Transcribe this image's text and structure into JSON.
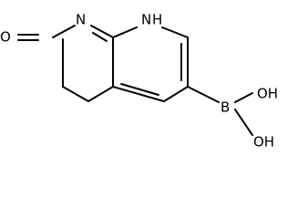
{
  "molecule": {
    "atoms": {
      "carbonyl_oxygen": "O",
      "ring_nitrogen": "N",
      "nh_nitrogen": "N",
      "nh_hydrogen": "H",
      "boron": "B",
      "hydroxyl_top": "OH",
      "hydroxyl_bottom": "OH"
    },
    "colors": {
      "bond": "#000000",
      "label": "#000000",
      "background": "#ffffff"
    }
  }
}
